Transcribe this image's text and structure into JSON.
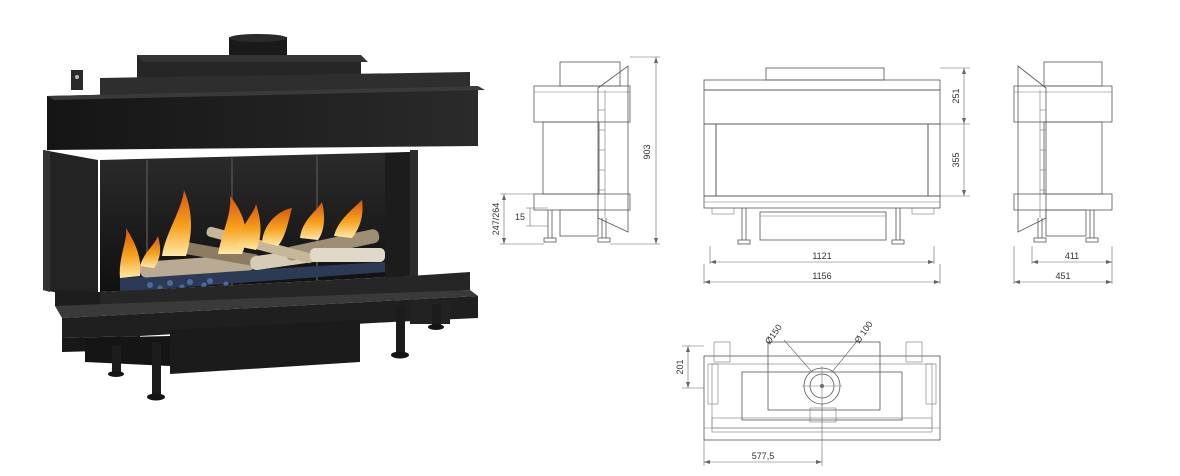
{
  "dimensions": {
    "height_total": "903",
    "leg_range": "247/264",
    "foot": "15",
    "top_section": "251",
    "glass_height": "355",
    "inner_width": "1121",
    "outer_width": "1156",
    "side_inner": "411",
    "side_outer": "451",
    "flue_outer": "Ø150",
    "flue_inner": "Ø 100",
    "flue_depth": "201",
    "flue_offset": "577,5"
  },
  "colors": {
    "body": "#1e1e1e",
    "flame": "#f39a1e",
    "drawing_line": "#555555"
  }
}
